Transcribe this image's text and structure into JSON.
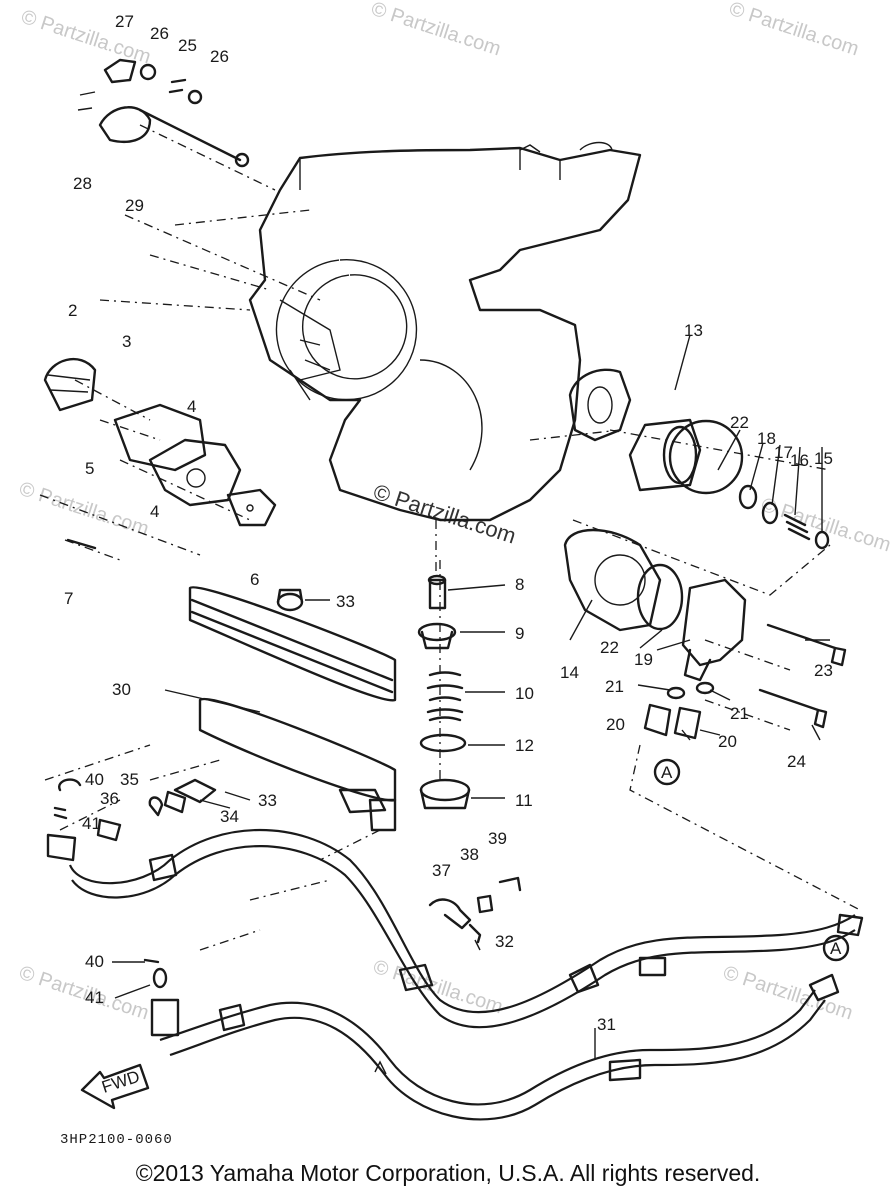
{
  "watermarks": {
    "short": "© Partzilla.com",
    "center": "© Partzilla.com"
  },
  "diagram_code": "3HP2100-0060",
  "fwd_label": "FWD",
  "marker_a": "A",
  "copyright": "©2013 Yamaha Motor Corporation, U.S.A. All rights reserved.",
  "callouts": [
    "27",
    "26",
    "25",
    "26",
    "28",
    "29",
    "2",
    "3",
    "4",
    "5",
    "4",
    "7",
    "6",
    "33",
    "13",
    "22",
    "18",
    "17",
    "16",
    "15",
    "8",
    "9",
    "14",
    "22",
    "19",
    "23",
    "10",
    "21",
    "21",
    "20",
    "20",
    "24",
    "12",
    "30",
    "40",
    "35",
    "36",
    "33",
    "34",
    "11",
    "41",
    "39",
    "38",
    "37",
    "32",
    "40",
    "41",
    "31"
  ]
}
